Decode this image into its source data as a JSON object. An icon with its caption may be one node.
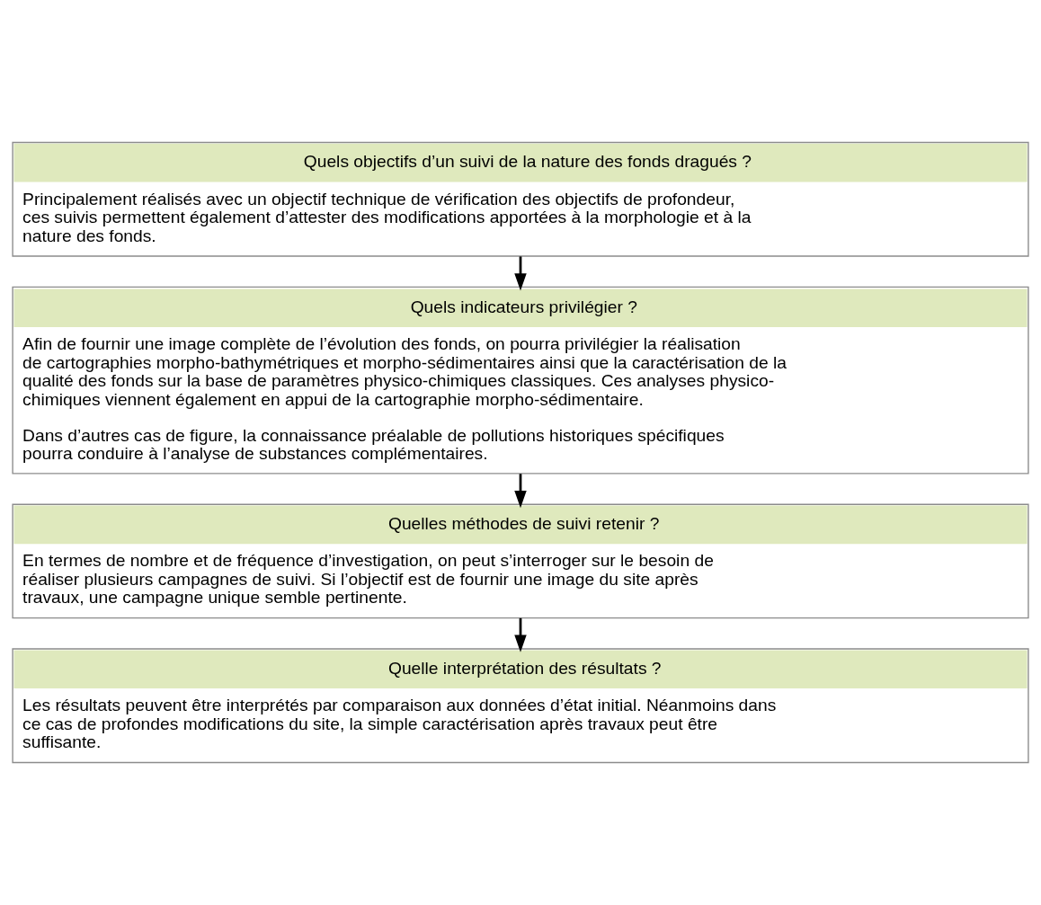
{
  "diagram": {
    "nodes": [
      {
        "text": [
          "Quels objectifs d’un suivi de la nature des fonds dragués ?",
          "Principalement réalisés avec un objectif technique de vérification des objectifs de profondeur, ces suivis permettent également d’attester des modifications apportées à la morphologie et à la nature des fonds."
        ]
      },
      {
        "text": [
          "Quels indicateurs privilégier ?",
          "Afin de fournir une image complète de l’évolution des fonds, on pourra privilégier la réalisation de cartographies morpho-bathymétriques et morpho-sédimentaires ainsi que la caractérisation de la qualité des fonds sur la base de paramètres physico-chimiques classiques. Ces analyses physico-chimiques viennent également en appui de la cartographie morpho-sédimentaire.",
          "Dans d’autres cas de figure, la connaissance préalable de pollutions historiques spécifiques pourra conduire à l’analyse de substances complémentaires."
        ]
      },
      {
        "text": [
          "Quelles méthodes de suivi retenir ?",
          "En termes de nombre et de fréquence d’investigation, on peut s’interroger sur le besoin de réaliser plusieurs campagnes de suivi. Si l’objectif est de fournir une image du site après travaux, une campagne unique semble pertinente."
        ]
      },
      {
        "text": [
          "Quelle interprétation des résultats ?",
          "Les résultats peuvent être interprétés par comparaison aux données d’état initial. Néanmoins dans ce cas de profondes modifications du site, la simple caractérisation après travaux peut être suffisante."
        ]
      }
    ],
    "edges": [
      {
        "from": 0,
        "to": 1,
        "arrow": "to"
      },
      {
        "from": 1,
        "to": 2,
        "arrow": "to"
      },
      {
        "from": 2,
        "to": 3,
        "arrow": "to"
      }
    ]
  }
}
